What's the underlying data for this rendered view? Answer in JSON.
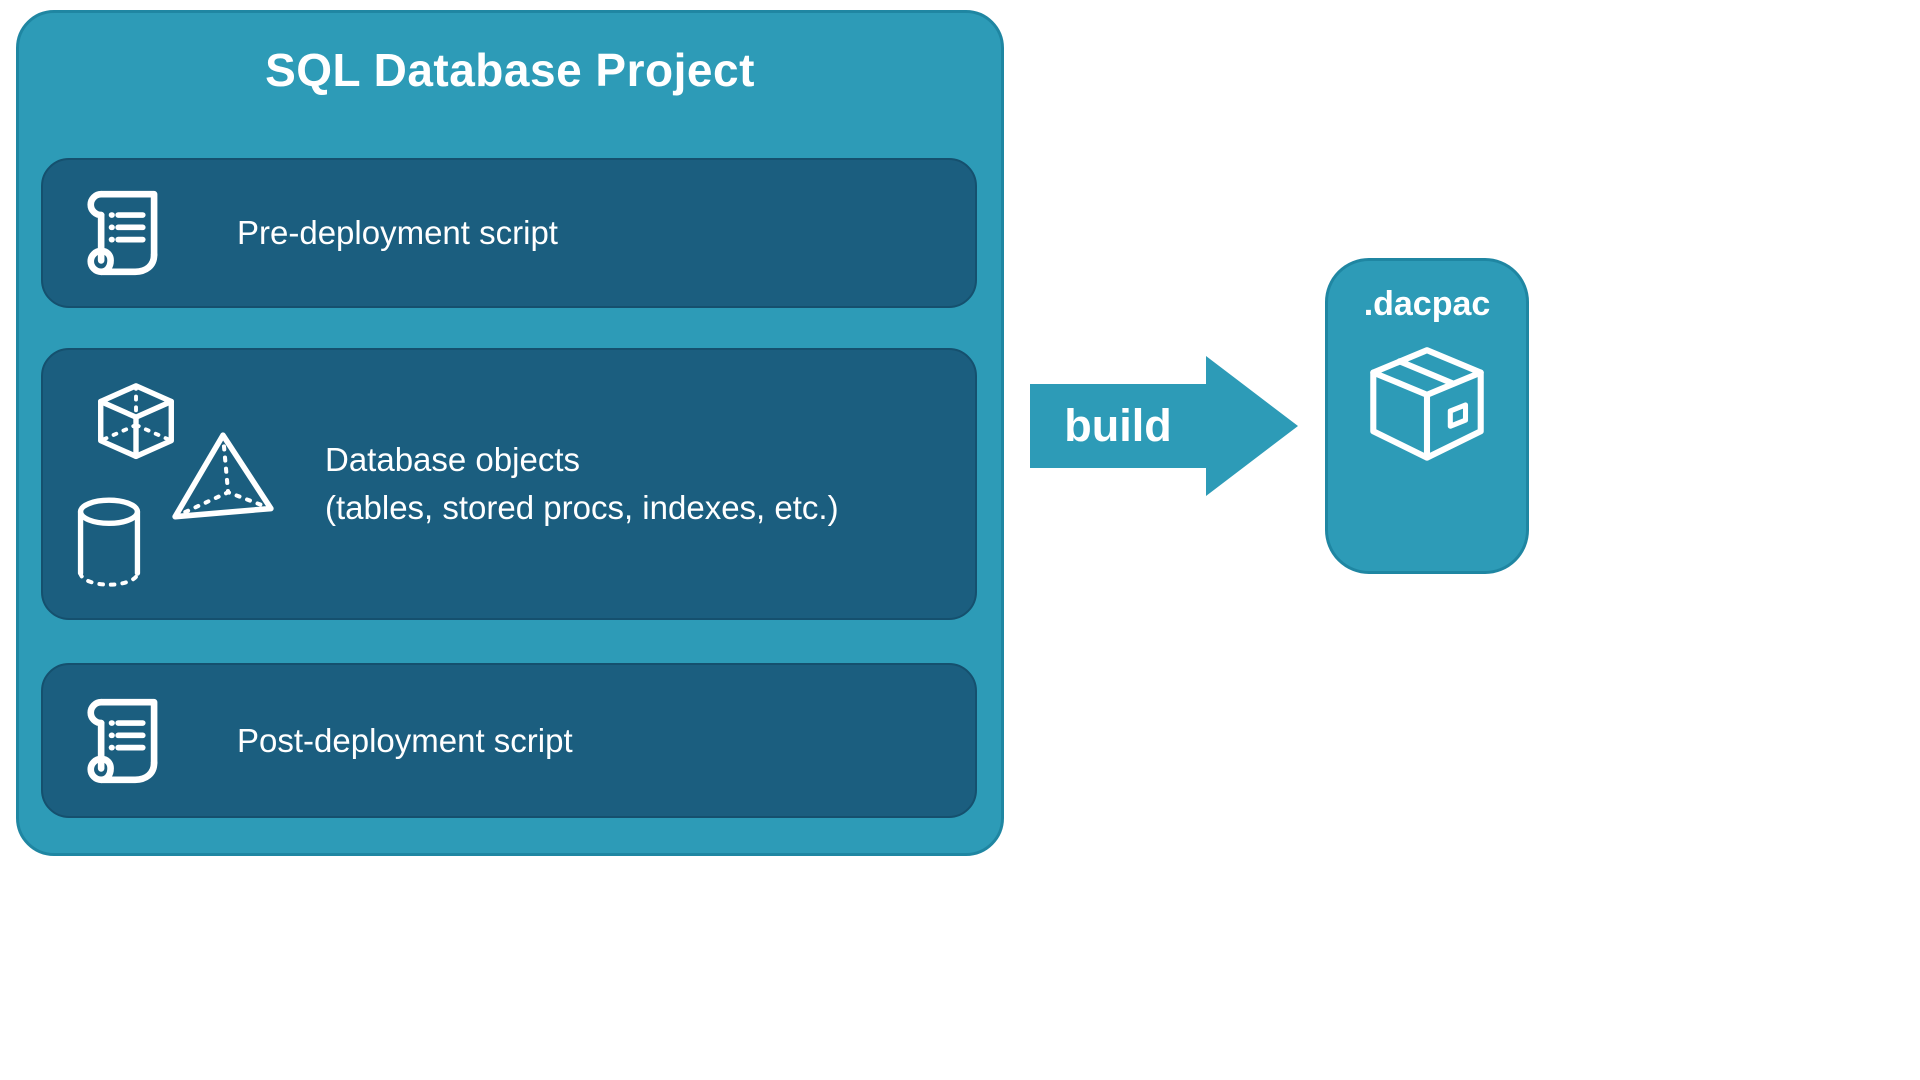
{
  "colors": {
    "teal": "#2D9BB7",
    "teal_border": "#1F86A2",
    "dark_blue": "#1B5E7F",
    "dark_blue_border": "#15506E",
    "text": "#FFFFFF",
    "background": "#FFFFFF"
  },
  "project": {
    "title": "SQL Database Project",
    "items": [
      {
        "label": "Pre-deployment script",
        "icon": "script-scroll-icon"
      },
      {
        "title": "Database objects",
        "subtitle": "(tables, stored procs, indexes, etc.)",
        "icons": [
          "cube-icon",
          "pyramid-icon",
          "database-cylinder-icon"
        ]
      },
      {
        "label": "Post-deployment script",
        "icon": "script-scroll-icon"
      }
    ]
  },
  "arrow": {
    "label": "build",
    "direction": "right",
    "icon": "arrow-right-shape"
  },
  "output": {
    "label": ".dacpac",
    "icon": "package-box-icon"
  }
}
